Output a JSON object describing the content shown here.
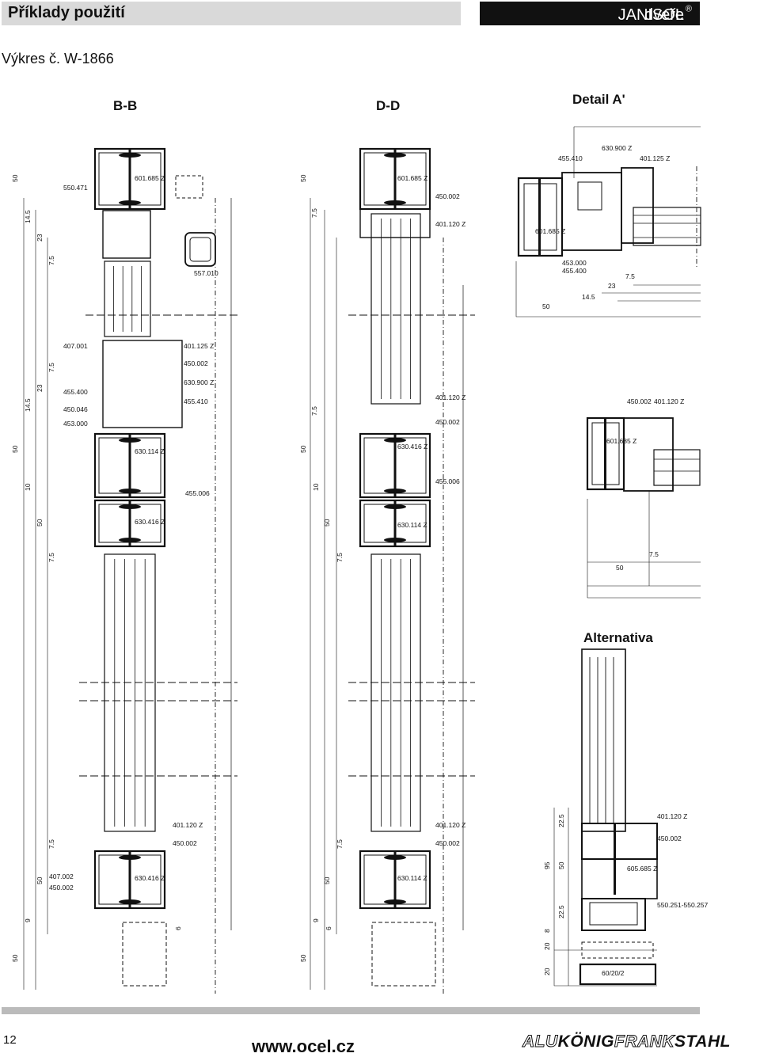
{
  "header": {
    "title": "Příklady použití",
    "product": "JANISOL",
    "product_reg": "®",
    "product_suffix": " dveře"
  },
  "drawing_number": "Výkres č. W-1866",
  "sections": {
    "bb": "B-B",
    "dd": "D-D",
    "detail": "Detail A'",
    "alt": "Alternativa"
  },
  "labels": {
    "bb": [
      "550.471",
      "601.685 Z",
      "557.010",
      "407.001",
      "401.125 Z",
      "450.002",
      "630.900 Z",
      "455.400",
      "450.046",
      "455.410",
      "453.000",
      "630.114 Z",
      "455.006",
      "630.416 Z",
      "401.120 Z",
      "450.002",
      "407.002",
      "450.002",
      "630.416 Z"
    ],
    "dd": [
      "601.685 Z",
      "450.002",
      "401.120 Z",
      "401.120 Z",
      "450.002",
      "630.416 Z",
      "455.006",
      "630.114 Z",
      "401.120 Z",
      "450.002",
      "630.114 Z"
    ],
    "detail": [
      "630.900 Z",
      "455.410",
      "401.125 Z",
      "601.685 Z",
      "453.000",
      "455.400",
      "450.002",
      "401.120 Z",
      "601.685 Z"
    ],
    "alt": [
      "401.120 Z",
      "450.002",
      "605.685 Z",
      "550.251-550.257",
      "60/20/2"
    ]
  },
  "dims": {
    "bb": [
      "50",
      "14.5",
      "23",
      "7.5",
      "7.5",
      "23",
      "14.5",
      "50",
      "10",
      "50",
      "7.5",
      "7.5",
      "50",
      "9",
      "6",
      "50"
    ],
    "dd": [
      "50",
      "7.5",
      "7.5",
      "50",
      "10",
      "50",
      "7.5",
      "7.5",
      "50",
      "9",
      "6",
      "50"
    ],
    "detail_top": [
      "50",
      "14.5",
      "23",
      "7.5"
    ],
    "detail_mid": [
      "50",
      "7.5"
    ],
    "alt": [
      "22.5",
      "95",
      "50",
      "22.5",
      "8",
      "20",
      "20"
    ]
  },
  "footer": {
    "page": "12",
    "url": "www.ocel.cz",
    "brand_a": "ALU",
    "brand_b": "KÖNIG",
    "brand_c": "FRANK",
    "brand_d": "STAHL"
  }
}
